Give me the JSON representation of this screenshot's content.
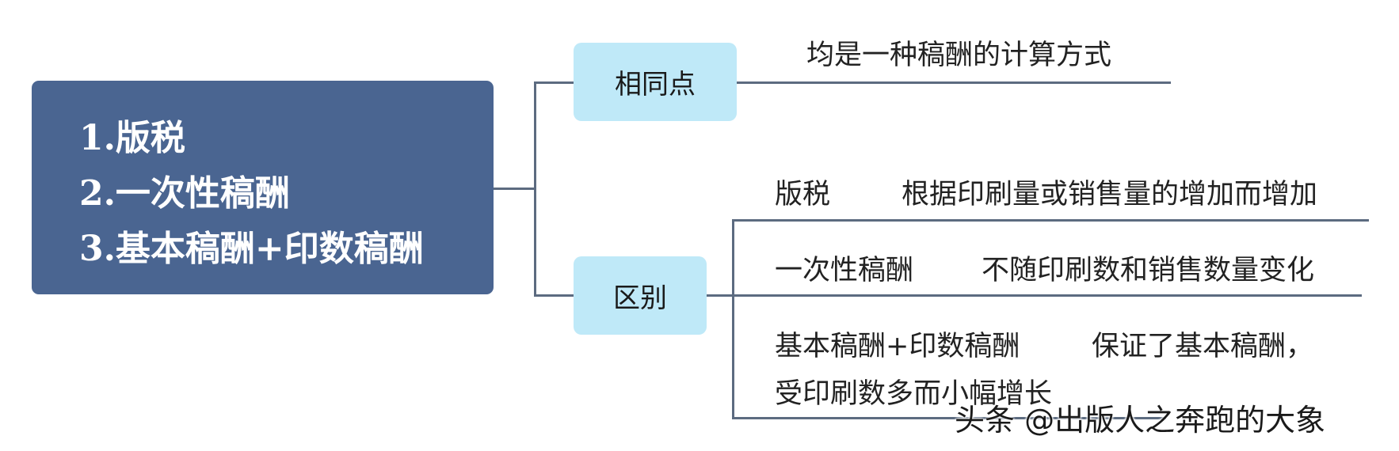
{
  "root": {
    "items": [
      "1.版税",
      "2.一次性稿酬",
      "3.基本稿酬+印数稿酬"
    ]
  },
  "similarity": {
    "label": "相同点",
    "detail": "均是一种稿酬的计算方式"
  },
  "difference": {
    "label": "区别",
    "items": [
      {
        "term": "版税",
        "desc": "根据印刷量或销售量的增加而增加"
      },
      {
        "term": "一次性稿酬",
        "desc": "不随印刷数和销售数量变化"
      },
      {
        "term": "基本稿酬+印数稿酬",
        "desc": "保证了基本稿酬，",
        "desc2": "受印刷数多而小幅增长"
      }
    ]
  },
  "watermark": "头条 @出版人之奔跑的大象",
  "colors": {
    "root_fill": "#4a6591",
    "branch_fill": "#bfe9f8",
    "connector": "#5c6b80"
  }
}
